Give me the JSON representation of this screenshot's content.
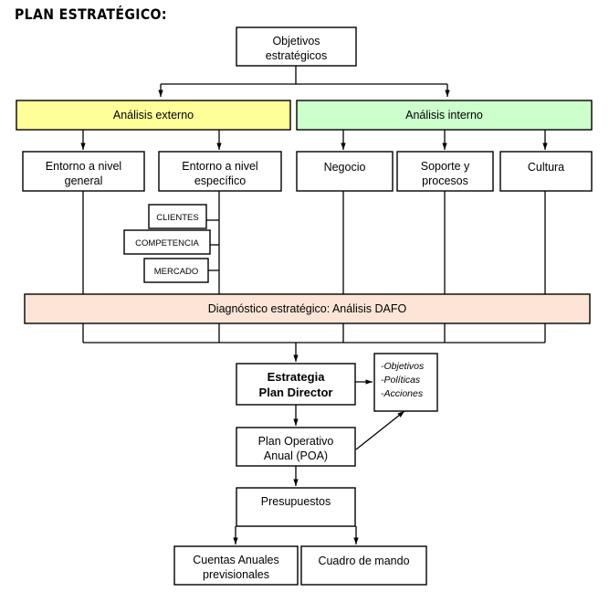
{
  "page": {
    "title": "PLAN ESTRATÉGICO:",
    "background": "#ffffff"
  },
  "colors": {
    "external": "#FFFF99",
    "internal": "#CCFFCC",
    "dafo": "#FCE5D6",
    "plain": "#FFFFFF",
    "stroke": "#000000"
  },
  "chart_data": {
    "type": "diagram",
    "title": "PLAN ESTRATÉGICO:",
    "nodes": [
      {
        "id": "objetivos",
        "label": "Objetivos\nestratégicos",
        "line1": "Objetivos",
        "line2": "estratégicos",
        "fill": "#FFFFFF"
      },
      {
        "id": "ext",
        "label": "Análisis externo",
        "line1": "Análisis externo",
        "line2": "",
        "fill": "#FFFF99"
      },
      {
        "id": "int",
        "label": "Análisis interno",
        "line1": "Análisis interno",
        "line2": "",
        "fill": "#CCFFCC"
      },
      {
        "id": "entgen",
        "label": "Entorno a nivel general",
        "line1": "Entorno a nivel",
        "line2": "general",
        "fill": "#FFFFFF"
      },
      {
        "id": "entesp",
        "label": "Entorno a nivel específico",
        "line1": "Entorno a nivel",
        "line2": "específico",
        "fill": "#FFFFFF"
      },
      {
        "id": "negocio",
        "label": "Negocio",
        "line1": "Negocio",
        "line2": "",
        "fill": "#FFFFFF"
      },
      {
        "id": "soporte",
        "label": "Soporte y procesos",
        "line1": "Soporte y",
        "line2": "procesos",
        "fill": "#FFFFFF"
      },
      {
        "id": "cultura",
        "label": "Cultura",
        "line1": "Cultura",
        "line2": "",
        "fill": "#FFFFFF"
      },
      {
        "id": "clientes",
        "label": "CLIENTES",
        "line1": "CLIENTES",
        "line2": "",
        "fill": "#FFFFFF"
      },
      {
        "id": "competencia",
        "label": "COMPETENCIA",
        "line1": "COMPETENCIA",
        "line2": "",
        "fill": "#FFFFFF"
      },
      {
        "id": "mercado",
        "label": "MERCADO",
        "line1": "MERCADO",
        "line2": "",
        "fill": "#FFFFFF"
      },
      {
        "id": "dafo",
        "label": "Diagnóstico estratégico: Análisis DAFO",
        "line1": "Diagnóstico estratégico: Análisis DAFO",
        "line2": "",
        "fill": "#FCE5D6"
      },
      {
        "id": "estrategia",
        "label": "Estrategia Plan Director",
        "line1": "Estrategia",
        "line2": "Plan Director",
        "fill": "#FFFFFF"
      },
      {
        "id": "opa",
        "label": "-Objetivos -Políticas -Acciones",
        "line1": "-Objetivos",
        "line2": "-Políticas",
        "line3": "-Acciones",
        "fill": "#FFFFFF"
      },
      {
        "id": "poa",
        "label": "Plan Operativo Anual (POA)",
        "line1": "Plan Operativo",
        "line2": "Anual (POA)",
        "fill": "#FFFFFF"
      },
      {
        "id": "presupuestos",
        "label": "Presupuestos",
        "line1": "Presupuestos",
        "line2": "",
        "fill": "#FFFFFF"
      },
      {
        "id": "cuentas",
        "label": "Cuentas Anuales previsionales",
        "line1": "Cuentas Anuales",
        "line2": "previsionales",
        "fill": "#FFFFFF"
      },
      {
        "id": "cuadro",
        "label": "Cuadro de mando",
        "line1": "Cuadro de mando",
        "line2": "",
        "fill": "#FFFFFF"
      }
    ],
    "edges": [
      {
        "from": "objetivos",
        "to": "ext",
        "arrow": true
      },
      {
        "from": "objetivos",
        "to": "int",
        "arrow": true
      },
      {
        "from": "ext",
        "to": "entgen",
        "arrow": true
      },
      {
        "from": "ext",
        "to": "entesp",
        "arrow": true
      },
      {
        "from": "int",
        "to": "negocio",
        "arrow": true
      },
      {
        "from": "int",
        "to": "soporte",
        "arrow": true
      },
      {
        "from": "int",
        "to": "cultura",
        "arrow": true
      },
      {
        "from": "entesp",
        "to": "clientes",
        "arrow": false
      },
      {
        "from": "entesp",
        "to": "competencia",
        "arrow": false
      },
      {
        "from": "entesp",
        "to": "mercado",
        "arrow": false
      },
      {
        "from": "entgen",
        "to": "dafo",
        "arrow": false
      },
      {
        "from": "entesp",
        "to": "dafo",
        "arrow": false
      },
      {
        "from": "negocio",
        "to": "dafo",
        "arrow": false
      },
      {
        "from": "soporte",
        "to": "dafo",
        "arrow": false
      },
      {
        "from": "cultura",
        "to": "dafo",
        "arrow": false
      },
      {
        "from": "dafo",
        "to": "estrategia",
        "arrow": true
      },
      {
        "from": "estrategia",
        "to": "opa",
        "arrow": true
      },
      {
        "from": "estrategia",
        "to": "poa",
        "arrow": true
      },
      {
        "from": "poa",
        "to": "opa",
        "arrow": true
      },
      {
        "from": "poa",
        "to": "presupuestos",
        "arrow": true
      },
      {
        "from": "presupuestos",
        "to": "cuentas",
        "arrow": true
      },
      {
        "from": "presupuestos",
        "to": "cuadro",
        "arrow": true
      }
    ]
  }
}
